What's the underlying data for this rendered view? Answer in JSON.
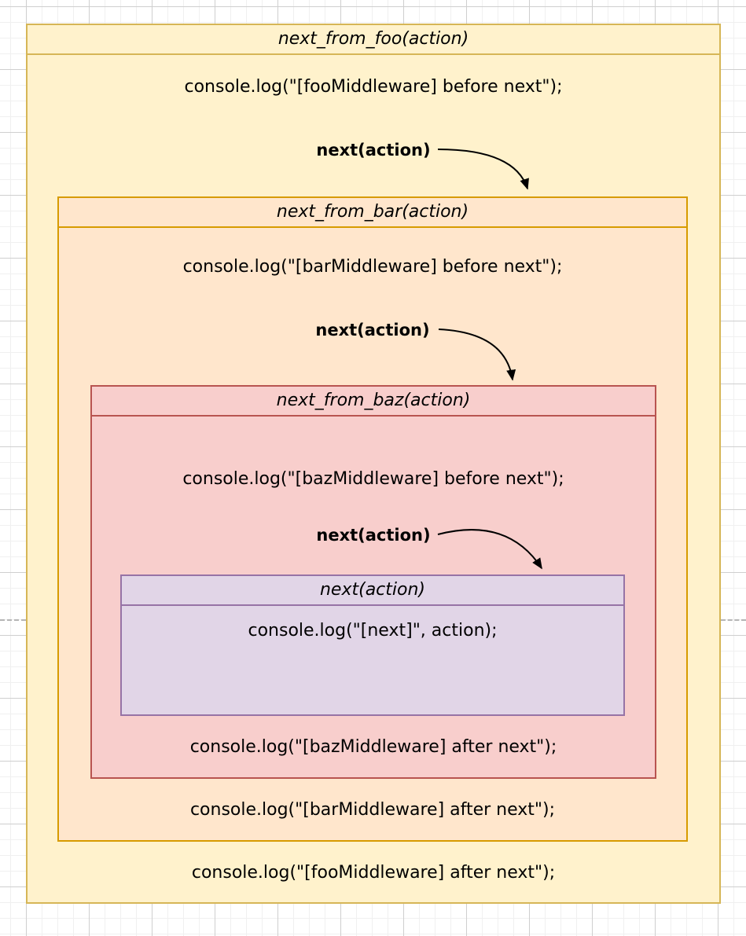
{
  "colors": {
    "foo-fill": "#fff2cc",
    "foo-stroke": "#d6b656",
    "bar-fill": "#ffe6cc",
    "bar-stroke": "#d79b00",
    "baz-fill": "#f8cecc",
    "baz-stroke": "#b85450",
    "next-fill": "#e1d5e7",
    "next-stroke": "#9673a6",
    "arrow": "#000000",
    "grid-minor": "#f0f0f0",
    "grid-major": "#cfcfcf",
    "page-break": "#b5b5b5"
  },
  "boxes": {
    "foo": {
      "title": "next_from_foo(action)",
      "before": "console.log(\"[fooMiddleware] before next\");",
      "call": "next(action)",
      "after": "console.log(\"[fooMiddleware] after next\");"
    },
    "bar": {
      "title": "next_from_bar(action)",
      "before": "console.log(\"[barMiddleware] before next\");",
      "call": "next(action)",
      "after": "console.log(\"[barMiddleware] after next\");"
    },
    "baz": {
      "title": "next_from_baz(action)",
      "before": "console.log(\"[bazMiddleware] before next\");",
      "call": "next(action)",
      "after": "console.log(\"[bazMiddleware] after next\");"
    },
    "next": {
      "title": "next(action)",
      "log": "console.log(\"[next]\", action);"
    }
  }
}
